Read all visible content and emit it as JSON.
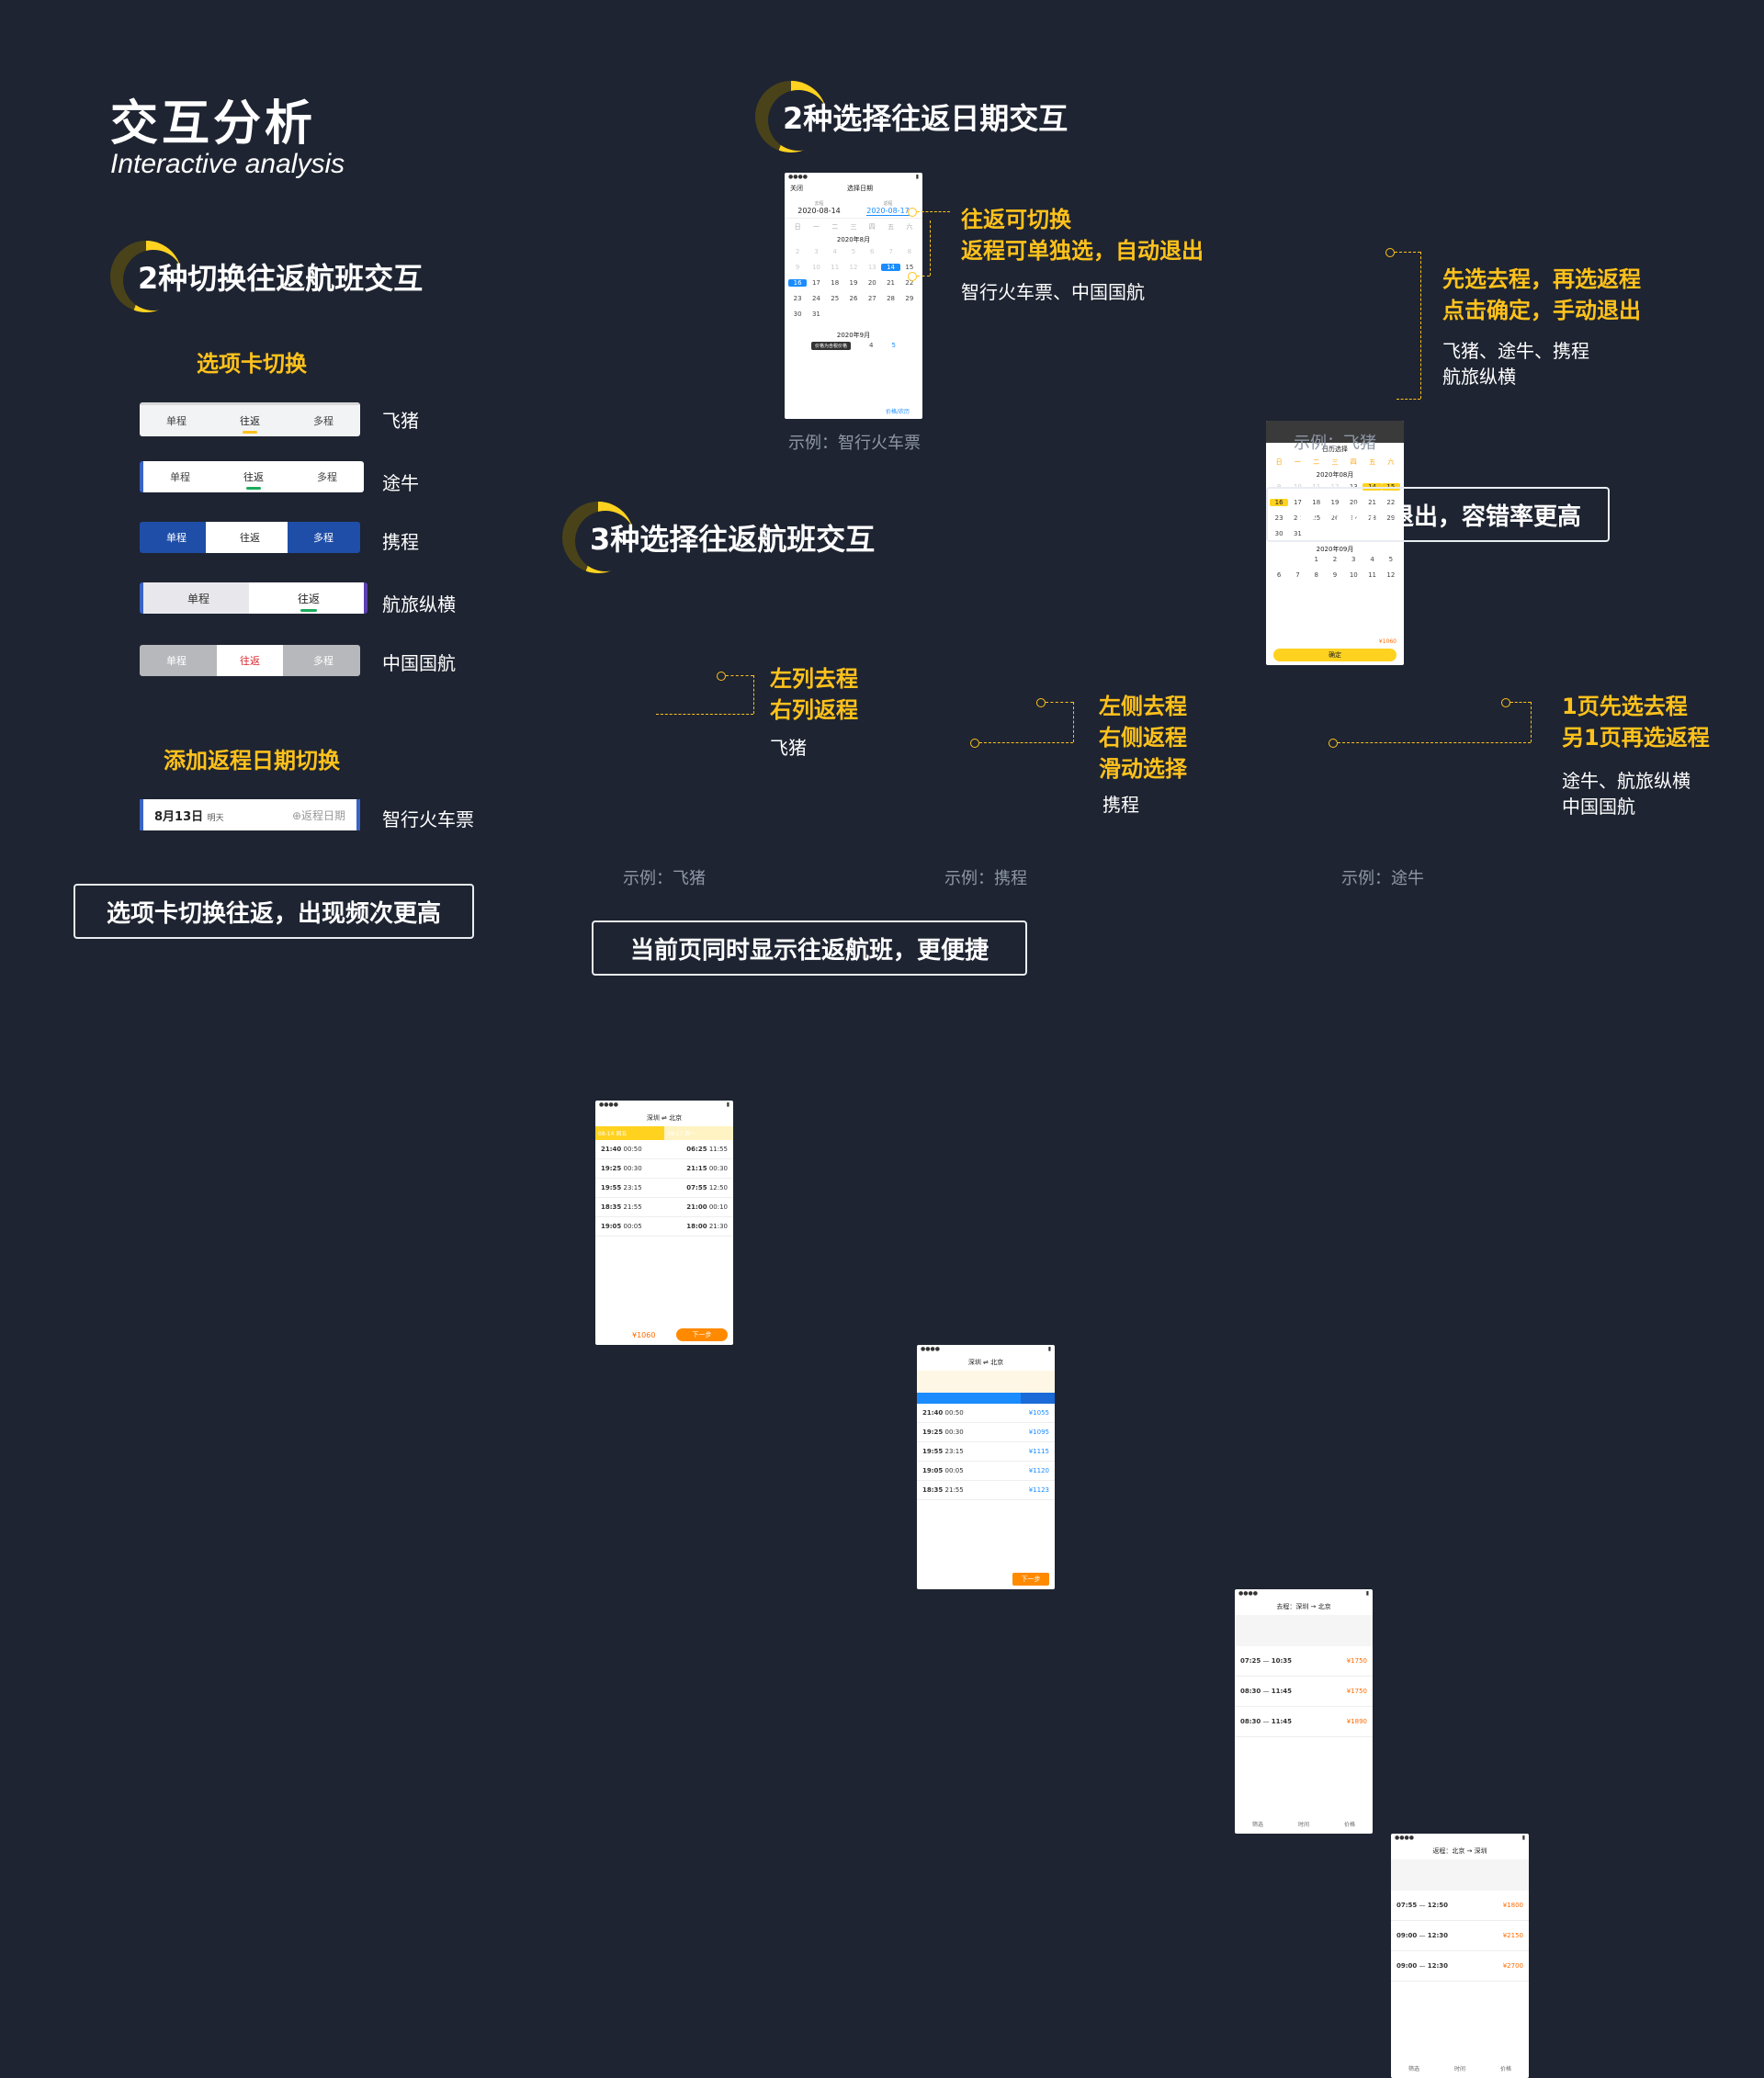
{
  "title": {
    "cn": "交互分析",
    "en": "Interactive analysis"
  },
  "sections": {
    "left": {
      "heading": "2种切换往返航班交互",
      "tab_switch": {
        "label": "选项卡切换",
        "rows": [
          {
            "tabs": [
              "单程",
              "往返",
              "多程"
            ],
            "app": "飞猪"
          },
          {
            "tabs": [
              "单程",
              "往返",
              "多程"
            ],
            "app": "途牛"
          },
          {
            "tabs": [
              "单程",
              "往返",
              "多程"
            ],
            "app": "携程"
          },
          {
            "tabs": [
              "单程",
              "往返"
            ],
            "app": "航旅纵横"
          },
          {
            "tabs": [
              "单程",
              "往返",
              "多程"
            ],
            "app": "中国国航"
          }
        ]
      },
      "add_return": {
        "label": "添加返程日期切换",
        "date": "8月13日",
        "date_sub": "明天",
        "return_label": "⊕返程日期",
        "app": "智行火车票"
      },
      "conclusion": "选项卡切换往返，出现频次更高"
    },
    "date": {
      "heading": "2种选择往返日期交互",
      "example1": {
        "note_lines": [
          "往返可切换",
          "返程可单独选，自动退出"
        ],
        "apps": "智行火车票、中国国航",
        "caption": "示例：智行火车票",
        "phone_title": "选择日期",
        "close_label": "关闭",
        "depart_label": "去程",
        "return_label": "返程",
        "depart_date": "2020-08-14",
        "return_date": "2020-08-17",
        "month1": "2020年8月",
        "month2": "2020年9月",
        "toast": "价格为含税价格",
        "price_note": "价格/农历",
        "week": [
          "日",
          "一",
          "二",
          "三",
          "四",
          "五",
          "六"
        ],
        "days": [
          "2",
          "3",
          "4",
          "5",
          "6",
          "7",
          "8",
          "9",
          "10",
          "11",
          "12",
          "13",
          "14",
          "15",
          "16",
          "17",
          "18",
          "19",
          "20",
          "21",
          "22",
          "23",
          "24",
          "25",
          "26",
          "27",
          "28",
          "29",
          "30",
          "31"
        ],
        "sep_days": [
          "4",
          "5"
        ]
      },
      "example2": {
        "note_lines": [
          "先选去程，再选返程",
          "点击确定，手动退出"
        ],
        "apps_lines": [
          "飞猪、途牛、携程",
          "航旅纵横"
        ],
        "caption": "示例：飞猪",
        "phone_title": "日历选择",
        "month1": "2020年08月",
        "month2": "2020年09月",
        "confirm": "确定",
        "footer_price": "¥1060",
        "week": [
          "日",
          "一",
          "二",
          "三",
          "四",
          "五",
          "六"
        ],
        "aug_days": [
          "9",
          "10",
          "11",
          "12",
          "13",
          "14",
          "15",
          "16",
          "17",
          "18",
          "19",
          "20",
          "21",
          "22",
          "23",
          "24",
          "25",
          "26",
          "27",
          "28",
          "29",
          "30",
          "31"
        ],
        "sep_days": [
          "1",
          "2",
          "3",
          "4",
          "5",
          "6",
          "7",
          "8",
          "9",
          "10",
          "11",
          "12"
        ]
      },
      "conclusion": "点击确定退出，容错率更高"
    },
    "flight": {
      "heading": "3种选择往返航班交互",
      "example1": {
        "note_lines": [
          "左列去程",
          "右列返程"
        ],
        "apps": "飞猪",
        "caption": "示例：飞猪",
        "route": "深圳 ⇌ 北京",
        "left_date": "08-14 周五",
        "right_date": "08-17 周一",
        "rows": [
          {
            "dep": "21:40",
            "arr": "00:50",
            "dep2": "06:25",
            "arr2": "11:55"
          },
          {
            "dep": "19:25",
            "arr": "00:30",
            "dep2": "21:15",
            "arr2": "00:30"
          },
          {
            "dep": "19:55",
            "arr": "23:15",
            "dep2": "07:55",
            "arr2": "12:50"
          },
          {
            "dep": "18:35",
            "arr": "21:55",
            "dep2": "21:00",
            "arr2": "00:10"
          },
          {
            "dep": "19:05",
            "arr": "00:05",
            "dep2": "18:00",
            "arr2": "21:30"
          }
        ],
        "footer_price": "¥1060",
        "next": "下一步"
      },
      "example2": {
        "note_lines": [
          "左侧去程",
          "右侧返程",
          "滑动选择"
        ],
        "apps": "携程",
        "caption": "示例：携程",
        "route": "深圳 ⇌ 北京",
        "rows": [
          {
            "dep": "21:40",
            "arr": "00:50",
            "price": "¥1055"
          },
          {
            "dep": "19:25",
            "arr": "00:30",
            "price": "¥1095"
          },
          {
            "dep": "19:55",
            "arr": "23:15",
            "price": "¥1115"
          },
          {
            "dep": "19:05",
            "arr": "00:05",
            "price": "¥1120"
          },
          {
            "dep": "18:35",
            "arr": "21:55",
            "price": "¥1123"
          }
        ],
        "next": "下一步"
      },
      "example3": {
        "note_lines": [
          "1页先选去程",
          "另1页再选返程"
        ],
        "apps_lines": [
          "途牛、航旅纵横",
          "中国国航"
        ],
        "caption": "示例：途牛",
        "page1_title": "去程：深圳 → 北京",
        "page2_title": "返程：北京 → 深圳",
        "page1_rows": [
          {
            "dep": "07:25",
            "arr": "10:35",
            "price": "¥1750"
          },
          {
            "dep": "08:30",
            "arr": "11:45",
            "price": "¥1750"
          },
          {
            "dep": "08:30",
            "arr": "11:45",
            "price": "¥1890"
          }
        ],
        "page2_rows": [
          {
            "dep": "07:55",
            "arr": "12:50",
            "price": "¥1800"
          },
          {
            "dep": "09:00",
            "arr": "12:30",
            "price": "¥2150"
          },
          {
            "dep": "09:00",
            "arr": "12:30",
            "price": "¥2700"
          }
        ],
        "footer": [
          "筛选",
          "时间",
          "价格"
        ]
      },
      "conclusion": "当前页同时显示往返航班，更便捷"
    }
  }
}
